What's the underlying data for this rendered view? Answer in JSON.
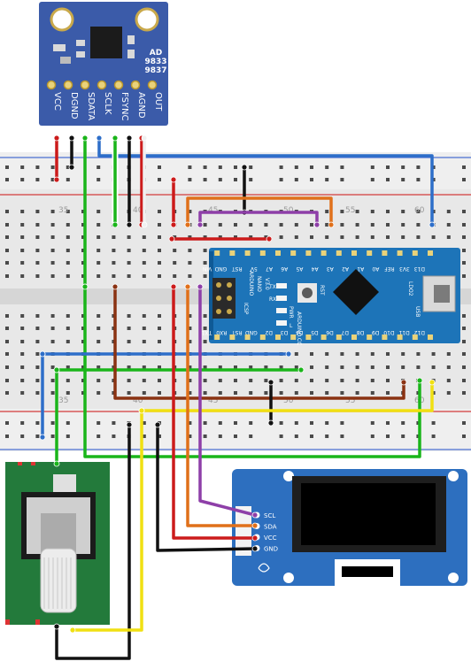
{
  "ad_module": {
    "chip_text": [
      "AD",
      "9833",
      "9837"
    ],
    "pins": [
      "VCC",
      "DGND",
      "SDATA",
      "SCLK",
      "FSYNC",
      "AGND",
      "OUT"
    ]
  },
  "breadboard": {
    "column_numbers": [
      "35",
      "40",
      "45",
      "50",
      "55",
      "60"
    ]
  },
  "nano": {
    "top_pins": [
      "D13",
      "3V3",
      "REF",
      "A0",
      "A1",
      "A2",
      "A3",
      "A4",
      "A5",
      "A6",
      "A7",
      "5V",
      "RST",
      "GND",
      "VIN"
    ],
    "bottom_pins": [
      "D12",
      "D11",
      "D10",
      "D9",
      "D8",
      "D7",
      "D6",
      "D5",
      "D4",
      "D3",
      "D2",
      "GND",
      "RST",
      "RX0",
      "TX1"
    ],
    "board_text": [
      "ARDUINO",
      "NANO",
      "V3.0"
    ],
    "website": "ARDUINO.CC",
    "icsp": "ICSP",
    "rst": "RST",
    "pwr": "PWR",
    "led_l": "L",
    "tx": "TX",
    "rx": "RX",
    "usb": "USB",
    "ldo2": "LDO2"
  },
  "oled": {
    "pins": [
      "SCL",
      "SDA",
      "VCC",
      "GND"
    ]
  },
  "colors": {
    "module_blue": "#3b5ba9",
    "nano_blue": "#1d74b8",
    "oled_blue": "#2d6fbf",
    "encoder_green": "#237a3b",
    "wire_red": "#cc1b1b",
    "wire_black": "#111111",
    "wire_green": "#1ab51a",
    "wire_blue": "#2d6ec9",
    "wire_orange": "#e0701a",
    "wire_purple": "#8e3fa8",
    "wire_brown": "#8a3212",
    "wire_yellow": "#f0e012"
  }
}
